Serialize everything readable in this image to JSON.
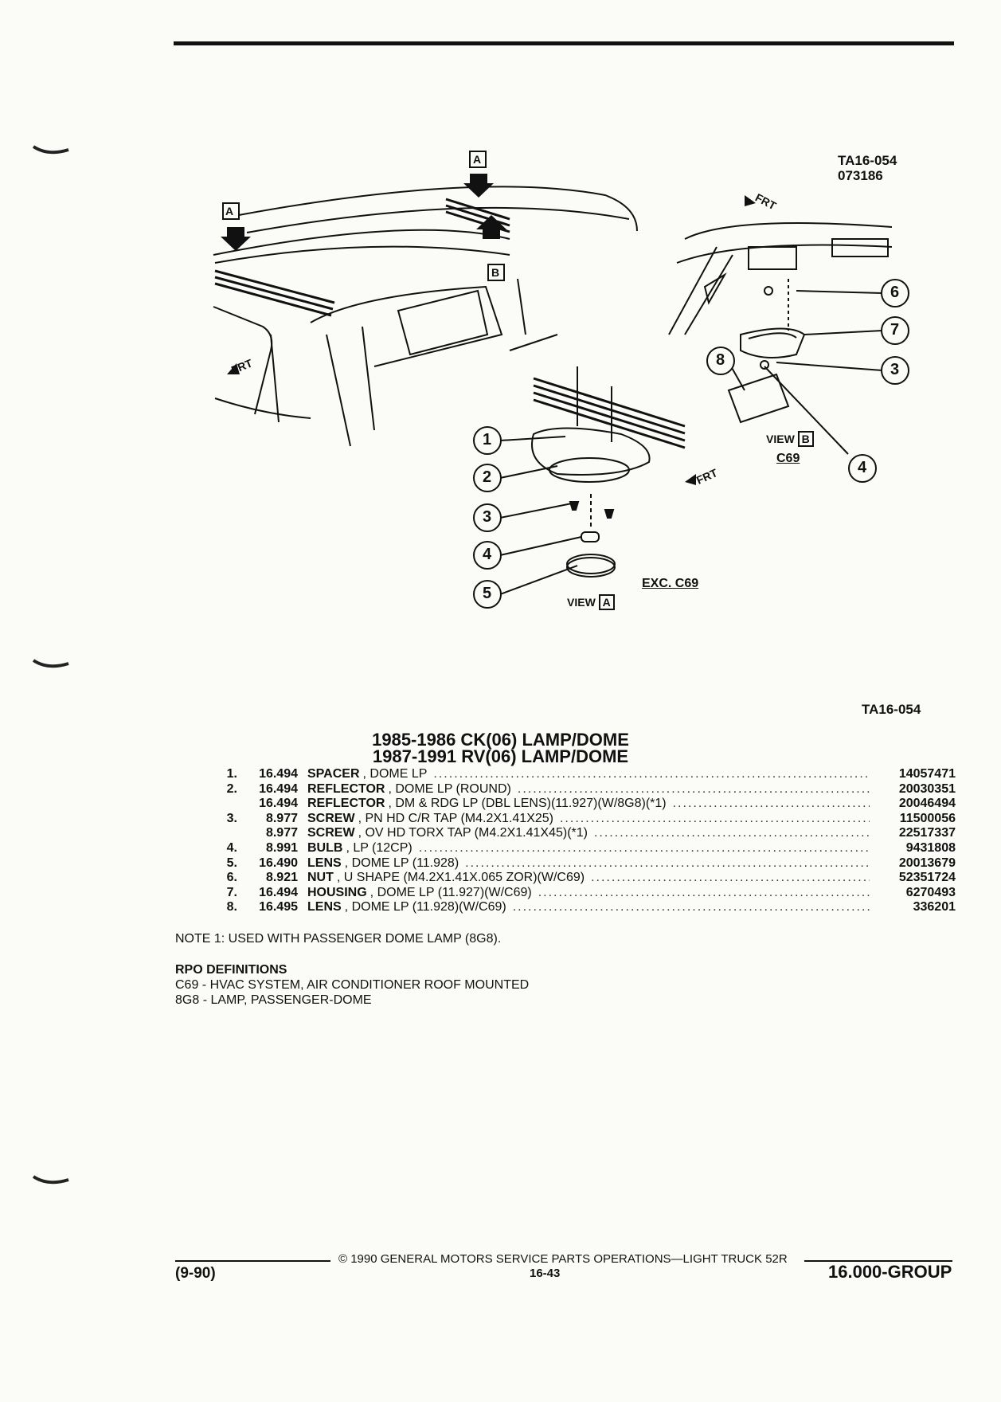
{
  "figure": {
    "id_top": "TA16-054",
    "id_date": "073186",
    "id_bottom": "TA16-054",
    "frt_label": "FRT",
    "view_word": "VIEW",
    "view_a_letter": "A",
    "view_b_letter": "B",
    "exc_c69": "EXC. C69",
    "c69": "C69",
    "callouts": [
      "1",
      "2",
      "3",
      "4",
      "5",
      "6",
      "7",
      "3",
      "4",
      "8"
    ]
  },
  "titles": {
    "line1": "1985-1986 CK(06) LAMP/DOME",
    "line2": "1987-1991 RV(06) LAMP/DOME"
  },
  "parts": [
    {
      "num": "1.",
      "group": "16.494",
      "name": "SPACER",
      "desc": ", DOME LP",
      "pn": "14057471"
    },
    {
      "num": "2.",
      "group": "16.494",
      "name": "REFLECTOR",
      "desc": ", DOME LP (ROUND)",
      "pn": "20030351"
    },
    {
      "num": "",
      "group": "16.494",
      "name": "REFLECTOR",
      "desc": ", DM & RDG LP (DBL LENS)(11.927)(W/8G8)(*1)",
      "pn": "20046494"
    },
    {
      "num": "3.",
      "group": "8.977",
      "name": "SCREW",
      "desc": ", PN HD C/R TAP (M4.2X1.41X25)",
      "pn": "11500056"
    },
    {
      "num": "",
      "group": "8.977",
      "name": "SCREW",
      "desc": ", OV HD TORX TAP (M4.2X1.41X45)(*1)",
      "pn": "22517337"
    },
    {
      "num": "4.",
      "group": "8.991",
      "name": "BULB",
      "desc": ", LP (12CP)",
      "pn": "9431808"
    },
    {
      "num": "5.",
      "group": "16.490",
      "name": "LENS",
      "desc": ", DOME LP (11.928)",
      "pn": "20013679"
    },
    {
      "num": "6.",
      "group": "8.921",
      "name": "NUT",
      "desc": ", U SHAPE (M4.2X1.41X.065 ZOR)(W/C69)",
      "pn": "52351724"
    },
    {
      "num": "7.",
      "group": "16.494",
      "name": "HOUSING",
      "desc": ", DOME LP (11.927)(W/C69)",
      "pn": "6270493"
    },
    {
      "num": "8.",
      "group": "16.495",
      "name": "LENS",
      "desc": ", DOME LP (11.928)(W/C69)",
      "pn": "336201"
    }
  ],
  "note": "NOTE  1:  USED WITH PASSENGER DOME LAMP (8G8).",
  "rpo": {
    "heading": "RPO DEFINITIONS",
    "lines": [
      "C69 - HVAC SYSTEM, AIR CONDITIONER ROOF MOUNTED",
      "8G8 - LAMP, PASSENGER-DOME"
    ]
  },
  "footer": {
    "copyright": "© 1990  GENERAL MOTORS SERVICE PARTS OPERATIONS—LIGHT TRUCK 52R",
    "date_code": "(9-90)",
    "page": "16-43",
    "group": "16.000-GROUP"
  }
}
